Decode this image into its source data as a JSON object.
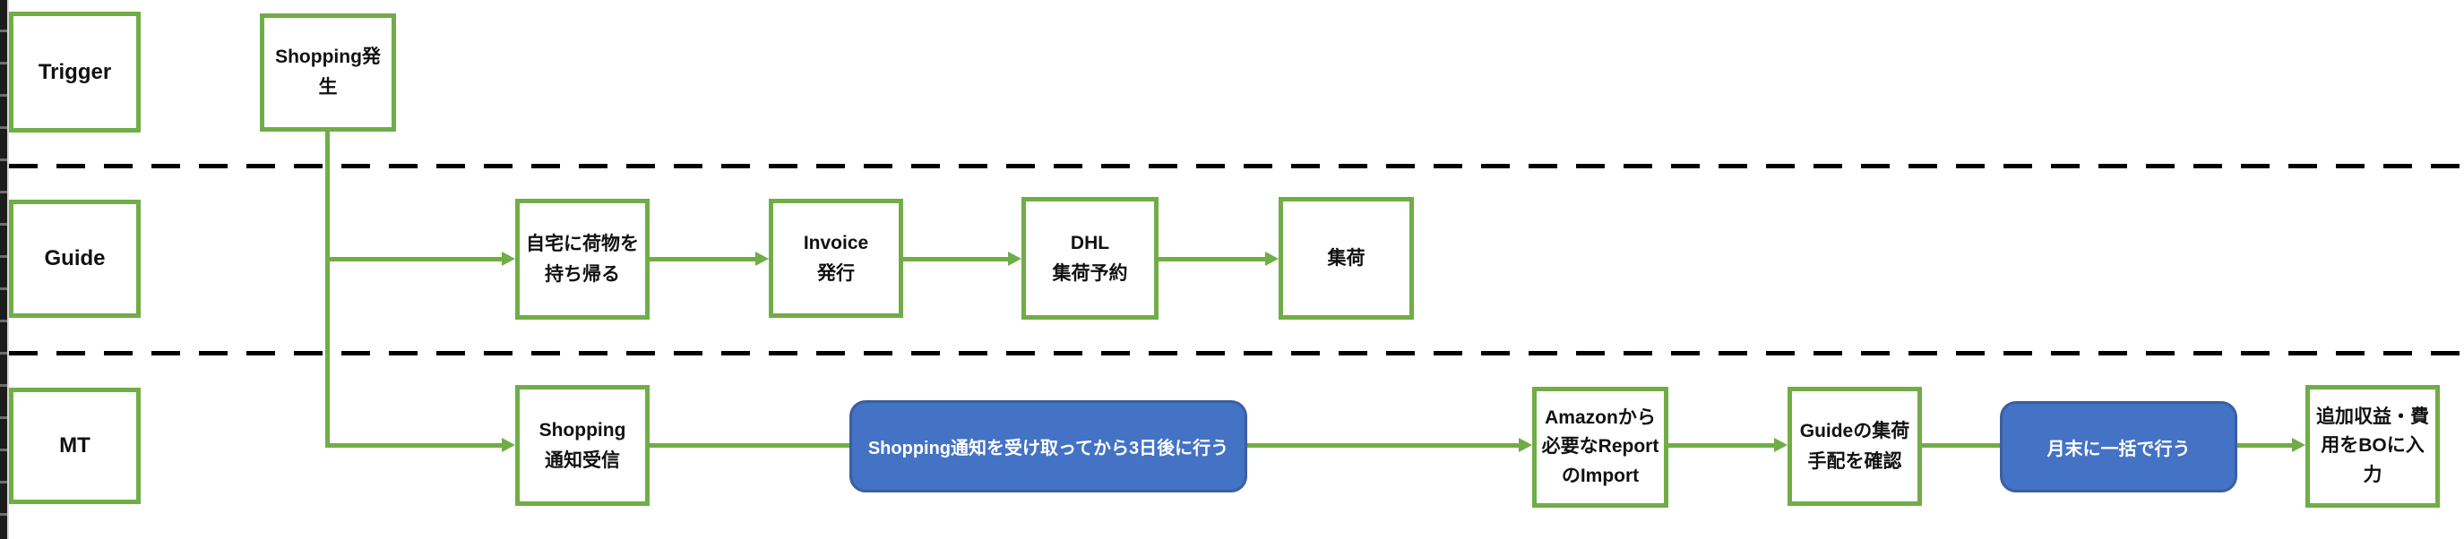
{
  "diagram": {
    "title_hint": "shipping-workflow-swimlane",
    "lanes": [
      {
        "label": "Trigger"
      },
      {
        "label": "Guide"
      },
      {
        "label": "MT"
      }
    ],
    "nodes": {
      "shopping_occur": {
        "label": "Shopping発\n生",
        "lane": "Trigger"
      },
      "take_home": {
        "label": "自宅に荷物を\n持ち帰る",
        "lane": "Guide"
      },
      "invoice_issue": {
        "label": "Invoice\n発行",
        "lane": "Guide"
      },
      "dhl_booking": {
        "label": "DHL\n集荷予約",
        "lane": "Guide"
      },
      "pickup": {
        "label": "集荷",
        "lane": "Guide"
      },
      "shopping_notify": {
        "label": "Shopping\n通知受信",
        "lane": "MT"
      },
      "amazon_report": {
        "label": "Amazonから\n必要なReport\nのImport",
        "lane": "MT"
      },
      "guide_pickup_check": {
        "label": "Guideの集荷\n手配を確認",
        "lane": "MT"
      },
      "bo_input": {
        "label": "追加収益・費\n用をBOに入\n力",
        "lane": "MT"
      }
    },
    "notes": {
      "delay_3days": {
        "label": "Shopping通知を受け取ってから3日後に行う"
      },
      "month_end": {
        "label": "月末に一括で行う"
      }
    },
    "colors": {
      "node_border_green": "#70AD47",
      "connector_green": "#70AD47",
      "note_fill_blue": "#4472C4",
      "note_border_blue": "#3A5F9E",
      "divider_black": "#000000",
      "edge_bar_dark": "#1C1C1C"
    }
  }
}
